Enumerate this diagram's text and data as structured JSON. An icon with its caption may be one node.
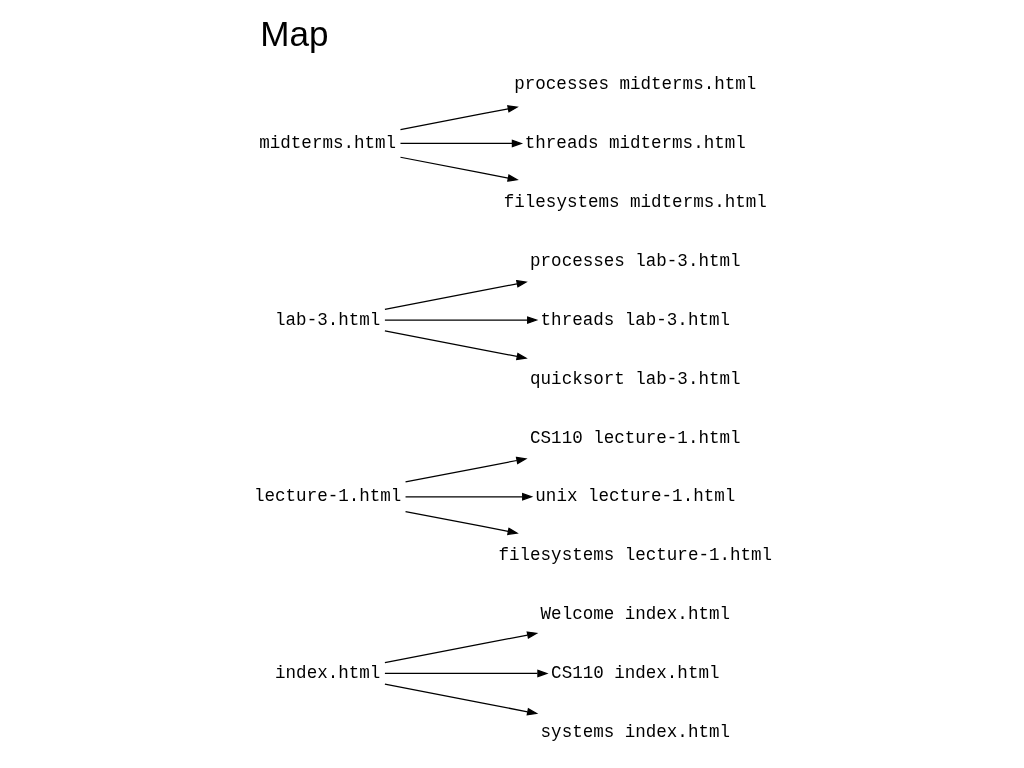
{
  "diagram": {
    "title": "Map",
    "nodes": [
      {
        "text": [
          "index.html"
        ]
      },
      {
        "text": [
          "Welcome index.html"
        ]
      },
      {
        "text": [
          "CS110 index.html"
        ]
      },
      {
        "text": [
          "systems index.html"
        ]
      },
      {
        "text": [
          "lecture-1.html"
        ]
      },
      {
        "text": [
          "CS110 lecture-1.html"
        ]
      },
      {
        "text": [
          "unix lecture-1.html"
        ]
      },
      {
        "text": [
          "filesystems lecture-1.html"
        ]
      },
      {
        "text": [
          "lab-3.html"
        ]
      },
      {
        "text": [
          "processes lab-3.html"
        ]
      },
      {
        "text": [
          "threads lab-3.html"
        ]
      },
      {
        "text": [
          "quicksort lab-3.html"
        ]
      },
      {
        "text": [
          "midterms.html"
        ]
      },
      {
        "text": [
          "processes midterms.html"
        ]
      },
      {
        "text": [
          "threads midterms.html"
        ]
      },
      {
        "text": [
          "filesystems midterms.html"
        ]
      }
    ],
    "edges": [
      {
        "from": 0,
        "to": 1,
        "arrow": "to"
      },
      {
        "from": 0,
        "to": 2,
        "arrow": "to"
      },
      {
        "from": 0,
        "to": 3,
        "arrow": "to"
      },
      {
        "from": 4,
        "to": 5,
        "arrow": "to"
      },
      {
        "from": 4,
        "to": 6,
        "arrow": "to"
      },
      {
        "from": 4,
        "to": 7,
        "arrow": "to"
      },
      {
        "from": 8,
        "to": 9,
        "arrow": "to"
      },
      {
        "from": 8,
        "to": 10,
        "arrow": "to"
      },
      {
        "from": 8,
        "to": 11,
        "arrow": "to"
      },
      {
        "from": 12,
        "to": 13,
        "arrow": "to"
      },
      {
        "from": 12,
        "to": 14,
        "arrow": "to"
      },
      {
        "from": 12,
        "to": 15,
        "arrow": "to"
      }
    ]
  }
}
